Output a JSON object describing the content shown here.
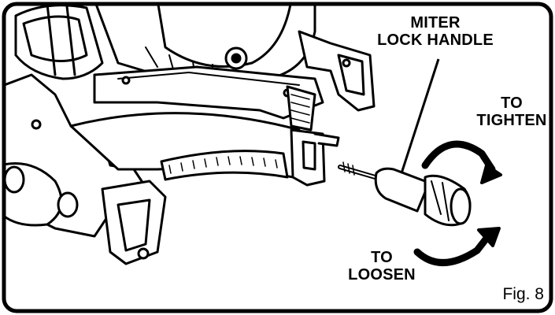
{
  "labels": {
    "miter_lock_handle": [
      "MITER",
      "LOCK HANDLE"
    ],
    "to_tighten": [
      "TO",
      "TIGHTEN"
    ],
    "to_loosen": [
      "TO",
      "LOOSEN"
    ]
  },
  "figure_number": "Fig. 8"
}
